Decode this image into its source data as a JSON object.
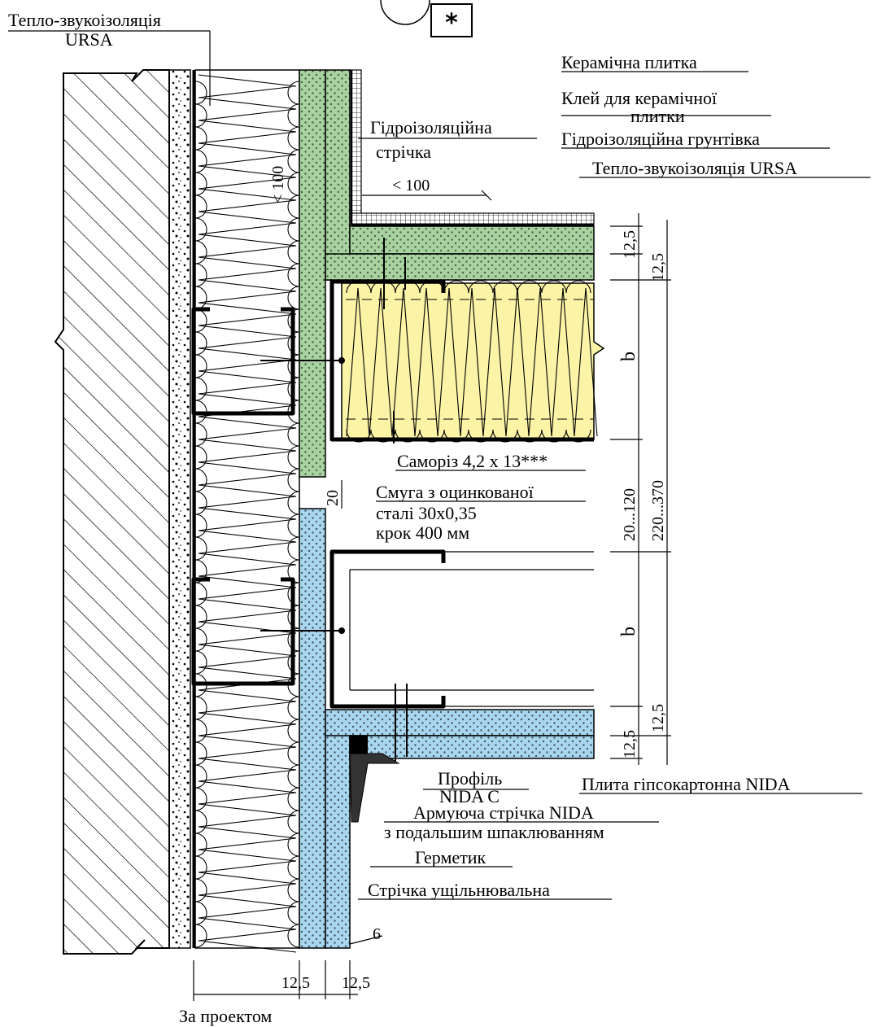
{
  "header": {
    "marker": "*"
  },
  "labels": {
    "insulation_wall_line1": "Тепло-звукоізоляція",
    "insulation_wall_line2": "URSA",
    "ceramic_tile": "Керамічна плитка",
    "tile_glue_line1": "Клей для керамічної",
    "tile_glue_line2": "плитки",
    "waterproof_primer": "Гідроізоляційна грунтівка",
    "insulation_floor": "Тепло-звукоізоляція URSA",
    "waterproof_tape_line1": "Гідроізоляційна",
    "waterproof_tape_line2": "стрічка",
    "screw": "Саморіз 4,2 x 13***",
    "steel_strip_line1": "Смуга з оцинкованої",
    "steel_strip_line2": "сталі 30x0,35",
    "steel_strip_line3": "крок 400 мм",
    "profile_line1": "Профіль",
    "profile_line2": "NIDA C",
    "gypsum_board": "Плита гіпсокартонна NIDA",
    "reinforcing_tape_line1": "Армуюча стрічка NIDA",
    "reinforcing_tape_line2": "з подальшим шпаклюванням",
    "sealant": "Герметик",
    "sealing_tape": "Стрічка ущільнювальна",
    "by_project": "За проектом"
  },
  "dimensions": {
    "lt100_horizontal": "< 100",
    "lt100_vertical": "< 100",
    "d12_5_a": "12,5",
    "d12_5_b": "12,5",
    "b_upper": "b",
    "b_lower": "b",
    "range_20_120": "20...120",
    "range_220_370": "220...370",
    "gap_20": "20",
    "d12_5_c": "12,5",
    "d12_5_d": "12,5",
    "gap_6": "6",
    "bottom_12_5_a": "12,5",
    "bottom_12_5_b": "12,5"
  },
  "colors": {
    "green_board": "#a8d3a0",
    "blue_board": "#a9d6ef",
    "yellow_insulation": "#fbf3a6",
    "steel": "#000000"
  }
}
